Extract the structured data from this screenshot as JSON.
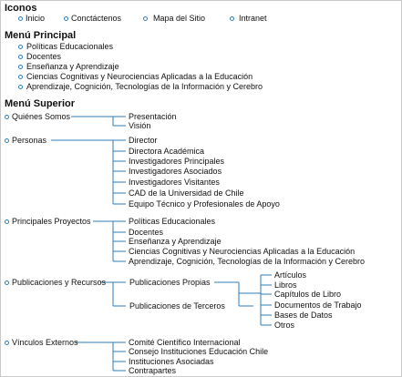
{
  "iconos": {
    "title": "Iconos",
    "items": [
      "Inicio",
      "Conctáctenos",
      "Mapa del Sitio",
      "Intranet"
    ]
  },
  "menu_principal": {
    "title": "Menú Principal",
    "items": [
      "Políticas Educacionales",
      "Docentes",
      "Enseñanza y Aprendizaje",
      "Ciencias Cognitivas y Neurociencias Aplicadas a la Educación",
      "Aprendizaje, Cognición, Tecnologías de la Información y Cerebro"
    ]
  },
  "menu_superior": {
    "title": "Menú Superior",
    "groups": [
      {
        "label": "Quiénes Somos",
        "children": [
          {
            "label": "Presentación"
          },
          {
            "label": "Visión"
          }
        ]
      },
      {
        "label": "Personas",
        "children": [
          {
            "label": "Director"
          },
          {
            "label": "Directora Académica"
          },
          {
            "label": "Investigadores Principales"
          },
          {
            "label": "Investigadores Asociados"
          },
          {
            "label": "Investigadores Visitantes"
          },
          {
            "label": "CAD de la Universidad de Chile"
          },
          {
            "label": "Equipo Técnico y Profesionales de Apoyo"
          }
        ]
      },
      {
        "label": "Principales Proyectos",
        "children": [
          {
            "label": "Políticas Educacionales"
          },
          {
            "label": "Docentes"
          },
          {
            "label": "Enseñanza y Aprendizaje"
          },
          {
            "label": "Ciencias Cognitivas y Neurociencias Aplicadas a la Educación"
          },
          {
            "label": "Aprendizaje, Cognición, Tecnologías de la Información y Cerebro"
          }
        ]
      },
      {
        "label": "Publicaciones y Recursos",
        "children": [
          {
            "label": "Publicaciones Propias"
          },
          {
            "label": "Publicaciones de Terceros"
          }
        ],
        "subchildren": [
          "Artículos",
          "Libros",
          "Capítulos de Libro",
          "Documentos de Trabajo",
          "Bases de Datos",
          "Otros"
        ]
      },
      {
        "label": "Vínculos Externos",
        "children": [
          {
            "label": "Comité Científico Internacional"
          },
          {
            "label": "Consejo Instituciones Educación Chile"
          },
          {
            "label": "Instituciones Asociadas"
          },
          {
            "label": "Contrapartes"
          }
        ]
      }
    ]
  },
  "colors": {
    "connector": "#2f7fb8",
    "bullet": "#2f7fb8",
    "text": "#111111"
  }
}
